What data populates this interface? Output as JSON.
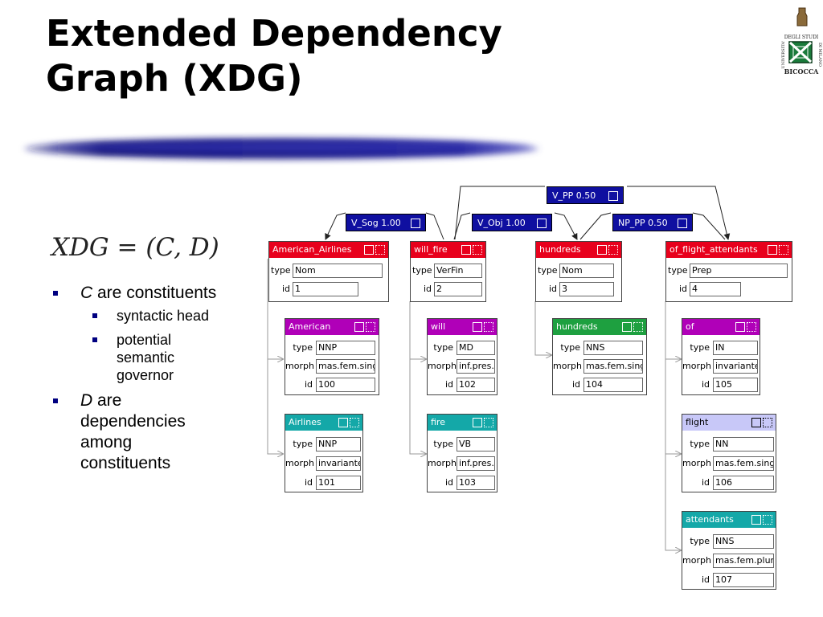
{
  "slide": {
    "title_line1": "Extended Dependency",
    "title_line2": "Graph (XDG)",
    "formula": "XDG = (C, D)",
    "logo": {
      "l1": "DEGLI STUDI",
      "l2": "DI MILANO",
      "l3": "BICOCCA",
      "l4": "UNIVERSITA'"
    }
  },
  "bullets": [
    {
      "lead": "C",
      "text": " are constituents"
    },
    {
      "text": "syntactic head"
    },
    {
      "text": "potential semantic governor"
    },
    {
      "lead": "D",
      "text": " are dependencies among constituents"
    }
  ],
  "colors": {
    "red": "#e8001c",
    "magenta": "#b000b8",
    "green": "#1ea040",
    "teal": "#14a8a8",
    "lavender": "#c8c8f8",
    "navy": "#0f0fa0"
  },
  "dependencies": [
    {
      "label": "V_PP 0.50"
    },
    {
      "label": "V_Sog 1.00"
    },
    {
      "label": "V_Obj 1.00"
    },
    {
      "label": "NP_PP 0.50"
    }
  ],
  "constituents": [
    {
      "name": "American_Airlines",
      "color": "red",
      "type_label": "type",
      "type": "Nom",
      "id_label": "id",
      "id": "1"
    },
    {
      "name": "will_fire",
      "color": "red",
      "type_label": "type",
      "type": "VerFin",
      "id_label": "id",
      "id": "2"
    },
    {
      "name": "hundreds",
      "color": "red",
      "type_label": "type",
      "type": "Nom",
      "id_label": "id",
      "id": "3"
    },
    {
      "name": "of_flight_attendants",
      "color": "red",
      "type_label": "type",
      "type": "Prep",
      "id_label": "id",
      "id": "4"
    }
  ],
  "tokens": [
    {
      "name": "American",
      "color": "magenta",
      "type": "NNP",
      "morph": "mas.fem.sing.",
      "id": "100"
    },
    {
      "name": "Airlines",
      "color": "teal",
      "type": "NNP",
      "morph": "invariante",
      "id": "101"
    },
    {
      "name": "will",
      "color": "magenta",
      "type": "MD",
      "morph": "inf.pres.",
      "id": "102"
    },
    {
      "name": "fire",
      "color": "teal",
      "type": "VB",
      "morph": "inf.pres.",
      "id": "103"
    },
    {
      "name": "hundreds",
      "color": "green",
      "type": "NNS",
      "morph": "mas.fem.sing.",
      "id": "104"
    },
    {
      "name": "of",
      "color": "magenta",
      "type": "IN",
      "morph": "invariante",
      "id": "105"
    },
    {
      "name": "flight",
      "color": "lavender",
      "type": "NN",
      "morph": "mas.fem.sing.",
      "id": "106"
    },
    {
      "name": "attendants",
      "color": "teal",
      "type": "NNS",
      "morph": "mas.fem.plur.",
      "id": "107"
    }
  ],
  "field_labels": {
    "type": "type",
    "morph": "morph",
    "id": "id"
  }
}
